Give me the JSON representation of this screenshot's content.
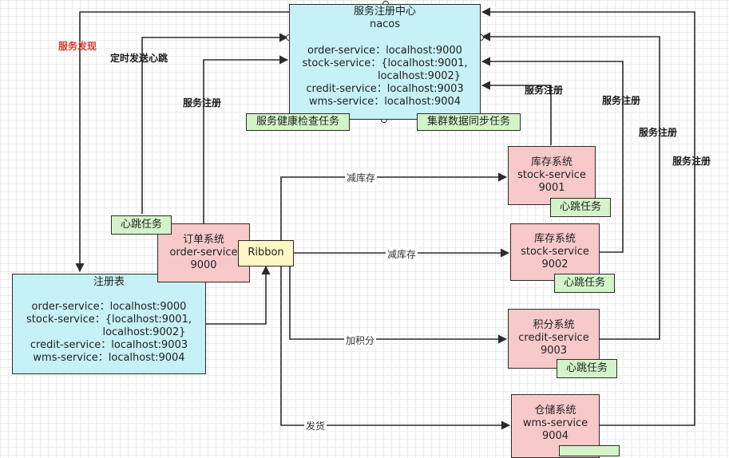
{
  "nacos": {
    "title": "服务注册中心",
    "subtitle": "nacos",
    "line1": "order-service：localhost:9000",
    "line2": "stock-service：{localhost:9001,",
    "line3": "localhost:9002}",
    "line4": "credit-service：localhost:9003",
    "line5": "wms-service：localhost:9004"
  },
  "health_check_task": "服务健康检查任务",
  "cluster_sync_task": "集群数据同步任务",
  "registry": {
    "title": "注册表",
    "line1": "order-service：localhost:9000",
    "line2": "stock-service：{localhost:9001,",
    "line3": "localhost:9002}",
    "line4": "credit-service：localhost:9003",
    "line5": "wms-service：localhost:9004"
  },
  "order": {
    "name": "订单系统",
    "service": "order-service",
    "port": "9000"
  },
  "heartbeat_order": "心跳任务",
  "ribbon": "Ribbon",
  "stock1": {
    "name": "库存系统",
    "service": "stock-service",
    "port": "9001"
  },
  "stock2": {
    "name": "库存系统",
    "service": "stock-service",
    "port": "9002"
  },
  "credit": {
    "name": "积分系统",
    "service": "credit-service",
    "port": "9003"
  },
  "wms": {
    "name": "仓储系统",
    "service": "wms-service",
    "port": "9004"
  },
  "heartbeat_stock1": "心跳任务",
  "heartbeat_stock2": "心跳任务",
  "heartbeat_credit": "心跳任务",
  "labels": {
    "service_discovery": "服务发现",
    "timed_heartbeat": "定时发送心跳",
    "register_order": "服务注册",
    "register_stock1": "服务注册",
    "register_stock2": "服务注册",
    "register_credit": "服务注册",
    "register_wms": "服务注册"
  },
  "edges": {
    "deduct1": "减库存",
    "deduct2": "减库存",
    "add_points": "加积分",
    "ship": "发货"
  },
  "colors": {
    "cyan": "#c6f1f6",
    "pink": "#f8c9c9",
    "green": "#d3f4c8",
    "yellow": "#fff7c6",
    "line": "#2b2b2b",
    "red_label": "#e03a2c"
  }
}
